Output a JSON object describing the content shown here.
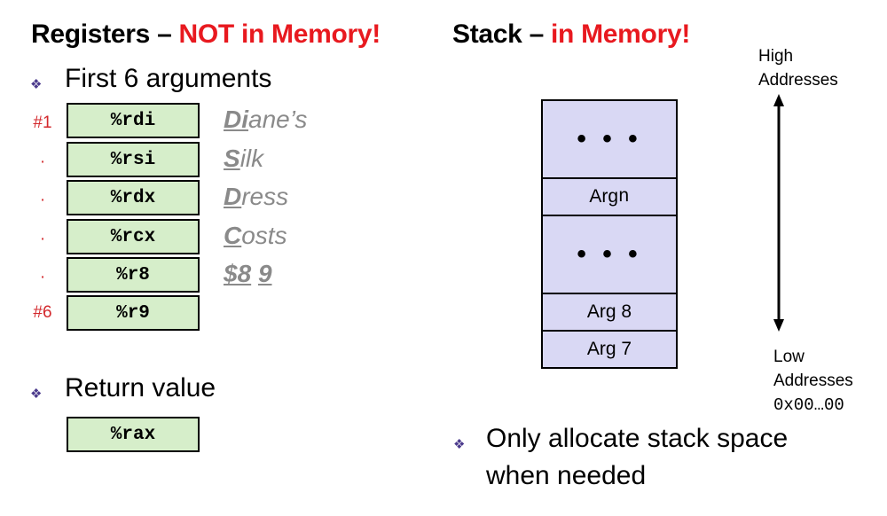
{
  "left": {
    "heading_prefix": "Registers – ",
    "heading_red": "NOT in Memory!",
    "args_title": "First 6 arguments",
    "registers": [
      {
        "name": "%rdi",
        "index": "#1",
        "mnemonic_first": "Di",
        "mnemonic_rest": "ane’s"
      },
      {
        "name": "%rsi",
        "index": "·",
        "mnemonic_first": "S",
        "mnemonic_rest": "ilk"
      },
      {
        "name": "%rdx",
        "index": "·",
        "mnemonic_first": "D",
        "mnemonic_rest": "ress"
      },
      {
        "name": "%rcx",
        "index": "·",
        "mnemonic_first": "C",
        "mnemonic_rest": "osts"
      },
      {
        "name": "%r8",
        "index": "·",
        "mnemonic_first": "$8",
        "mnemonic_rest": ""
      },
      {
        "name": "%r9",
        "index": "#6",
        "mnemonic_first": "",
        "mnemonic_rest": ""
      }
    ],
    "mnemonic_r9": "9",
    "return_title": "Return value",
    "return_register": "%rax"
  },
  "right": {
    "heading_prefix": "Stack – ",
    "heading_red": "in Memory!",
    "stack": [
      {
        "label": "• • •"
      },
      {
        "label_prefix": "Arg ",
        "label_mono": "n"
      },
      {
        "label": "• • •"
      },
      {
        "label": "Arg 8"
      },
      {
        "label": "Arg 7"
      }
    ],
    "high_label_1": "High",
    "high_label_2": "Addresses",
    "low_label_1": "Low",
    "low_label_2": "Addresses",
    "low_addr": "0x00…00",
    "note_line1": "Only allocate stack space",
    "note_line2": "when needed"
  },
  "colors": {
    "red": "#e8191f",
    "register_fill": "#d6eeca",
    "stack_fill": "#d9d8f4",
    "mnemonic_gray": "#8a8a8a",
    "bullet_purple": "#4b3a8c"
  },
  "icons": [
    "diamond-bullet-icon",
    "double-arrow-icon"
  ]
}
